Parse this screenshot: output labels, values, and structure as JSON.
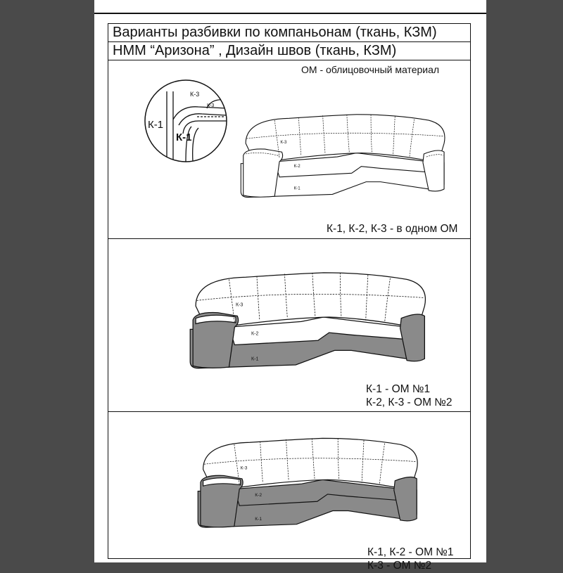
{
  "header": {
    "line1": "Варианты разбивки по компаньонам (ткань, КЗМ)",
    "line2": "НММ “Аризона” , Дизайн швов (ткань, КЗМ)"
  },
  "panel1": {
    "note": "ОМ - облицовочный материал",
    "legend_line1": "К-1, К-2, К-3 - в одном ОМ",
    "detail_labels": {
      "k1_outer": "К-1",
      "k1_inner": "К-1",
      "k3": "К-3",
      "k3_small": "К-3"
    },
    "sofa_labels": {
      "k1": "К-1",
      "k2": "К-2",
      "k3": "К-3"
    }
  },
  "panel2": {
    "legend_line1": "К-1 - ОМ №1",
    "legend_line2": "К-2, К-3 -  ОМ №2",
    "sofa_labels": {
      "k1": "К-1",
      "k2": "К-2",
      "k3": "К-3"
    }
  },
  "panel3": {
    "legend_line1": "К-1, К-2 - ОМ №1",
    "legend_line2": "К-3 -  ОМ №2",
    "sofa_labels": {
      "k1": "К-1",
      "k2": "К-2",
      "k3": "К-3"
    }
  },
  "colors": {
    "background": "#4a4a4a",
    "paper": "#ffffff",
    "ink": "#111111",
    "fabric_dark": "#8a8a8a"
  }
}
